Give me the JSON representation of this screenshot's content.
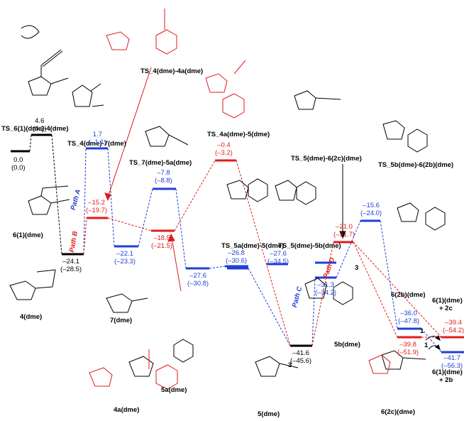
{
  "labels": {
    "ts_6_1_4": "TS_6(1)(dme)-4(dme)",
    "ts_4_7": "TS_4(dme)-7(dme)",
    "ts_4_4a": "TS_4(dme)-4a(dme)",
    "ts_7_5a": "TS_7(dme)-5a(dme)",
    "ts_4a_5": "TS_4a(dme)-5(dme)",
    "ts_5a_5": "TS_5a(dme)-5(dme)",
    "ts_5_62c": "TS_5(dme)-6(2c)(dme)",
    "ts_5_5b": "TS_5(dme)-5b(dme)",
    "ts_5b_62b": "TS_5b(dme)-6(2b)(dme)",
    "m_61": "6(1)(dme)",
    "m_4": "4(dme)",
    "m_7": "7(dme)",
    "m_4a": "4a(dme)",
    "m_5a": "5a(dme)",
    "m_5": "5(dme)",
    "m_5b": "5b(dme)",
    "m_62b": "6(2b)(dme)",
    "m_62c": "6(2c)(dme)",
    "p_2c_a": "6(1)(dme)",
    "p_2c_b": "+ 2c",
    "p_2b_a": "6(1)(dme)",
    "p_2b_b": "+ 2b",
    "three_a": "3",
    "three_b": "3",
    "one_a": "1",
    "one_b": "1"
  },
  "paths": {
    "a": "Path A",
    "b": "Path B",
    "c": "Path C",
    "d": "Path D"
  },
  "energies": {
    "e0": {
      "v": "0.0",
      "p": "(0.0)"
    },
    "e46": {
      "v": "4.6",
      "p": "(3.2)"
    },
    "e241": {
      "v": "–24.1",
      "p": "(–28.5)"
    },
    "e17": {
      "v": "1.7",
      "p": "(–1.1)"
    },
    "e152": {
      "v": "–15.2",
      "p": "(–19.7)"
    },
    "e221": {
      "v": "–22.1",
      "p": "(–23.3)"
    },
    "e78": {
      "v": "–7.8",
      "p": "(–8.8)"
    },
    "e185": {
      "v": "–18.5",
      "p": "(–21.5)"
    },
    "e276": {
      "v": "–27.6",
      "p": "(–30.8)"
    },
    "e04": {
      "v": "–0.4",
      "p": "(–3.2)"
    },
    "e268": {
      "v": "–26.8",
      "p": "(–30.6)"
    },
    "e416": {
      "v": "–41.6",
      "p": "(–45.6)"
    },
    "e276b": {
      "v": "–27.6",
      "p": "(–34.5)"
    },
    "e313": {
      "v": "–31.3",
      "p": "(–34.2)"
    },
    "e210": {
      "v": "–21.0",
      "p": "(–31.7)"
    },
    "e156": {
      "v": "–15.6",
      "p": "(–24.0)"
    },
    "e398": {
      "v": "–39.8",
      "p": "(–51.9)"
    },
    "e360": {
      "v": "–36.0",
      "p": "(–47.8)"
    },
    "e394": {
      "v": "–39.4",
      "p": "(–54.2)"
    },
    "e417": {
      "v": "–41.7",
      "p": "(–56.3)"
    }
  },
  "colors": {
    "black": "#000000",
    "blue": "#1f3fd6",
    "red": "#e01b1b"
  }
}
